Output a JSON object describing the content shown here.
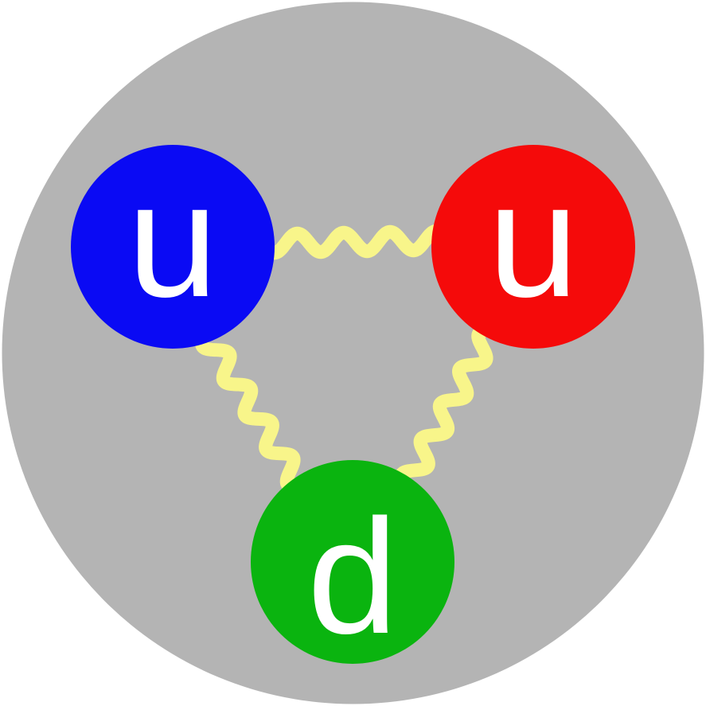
{
  "diagram": {
    "background_color": "#ffffff",
    "hadron_color": "#b4b4b4",
    "gluon_color": "#f8f58a",
    "label_color": "#ffffff",
    "quarks": [
      {
        "id": "up-blue",
        "label": "u",
        "color": "#0a0af4"
      },
      {
        "id": "up-red",
        "label": "u",
        "color": "#f50a0a"
      },
      {
        "id": "down-green",
        "label": "d",
        "color": "#0ab40f"
      }
    ],
    "gluons": [
      {
        "from": "up-blue",
        "to": "up-red"
      },
      {
        "from": "up-blue",
        "to": "down-green"
      },
      {
        "from": "up-red",
        "to": "down-green"
      }
    ]
  }
}
